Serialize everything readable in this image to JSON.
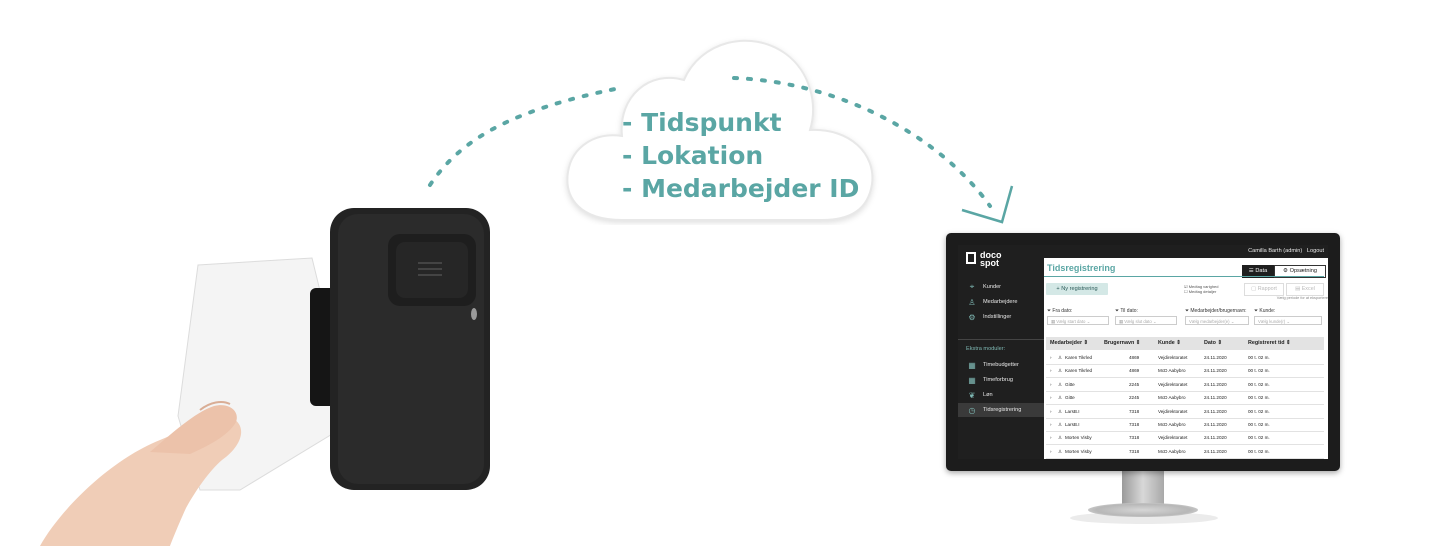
{
  "cloud": {
    "lines": [
      "- Tidspunkt",
      "- Lokation",
      "- Medarbejder ID"
    ]
  },
  "app": {
    "logo_top": "doco",
    "logo_bottom": "spot",
    "user": "Camilla Barth (admin)",
    "logout": "Logout",
    "nav": [
      {
        "label": "Kunder",
        "icon": "location-pin-icon"
      },
      {
        "label": "Medarbejdere",
        "icon": "person-icon"
      },
      {
        "label": "Indstillinger",
        "icon": "gear-icon"
      }
    ],
    "extra_header": "Ekstra moduler:",
    "extra_nav": [
      {
        "label": "Timebudgetter",
        "icon": "grid-icon"
      },
      {
        "label": "Timeforbrug",
        "icon": "grid-icon"
      },
      {
        "label": "Løn",
        "icon": "money-icon"
      },
      {
        "label": "Tidsregistrering",
        "icon": "clock-icon"
      }
    ],
    "page_title": "Tidsregistrering",
    "btn_data": "☰ Data",
    "btn_setup": "⚙ Opsætning",
    "btn_new": "+ Ny registrering",
    "chk_1": "Medtag varighed",
    "chk_2": "Medtag detaljer",
    "btn_report": "Rapport",
    "btn_excel": "Excel",
    "export_hint": "Vælg periode for at eksportere",
    "filters": [
      {
        "label": "Fra dato:",
        "placeholder": "Vælg start dato"
      },
      {
        "label": "Til dato:",
        "placeholder": "Vælg slut dato"
      },
      {
        "label": "Medarbejder/brugernavn:",
        "placeholder": "Vælg medarbejder(e)"
      },
      {
        "label": "Kunde:",
        "placeholder": "Vælg kunde(r)"
      }
    ],
    "columns": [
      "Medarbejder ⇕",
      "Brugernavn ⇕",
      "Kunde ⇕",
      "Dato ⇕",
      "Registreret tid ⇕"
    ],
    "rows": [
      {
        "name": "Karen Tikrled",
        "user": "4869",
        "kunde": "Vejdirektoratet",
        "dato": "24.11.2020",
        "tid": "00 t. 02 m."
      },
      {
        "name": "Karen Tikrled",
        "user": "4869",
        "kunde": "McD Aabybro",
        "dato": "24.11.2020",
        "tid": "00 t. 02 m."
      },
      {
        "name": "Gitte",
        "user": "2245",
        "kunde": "Vejdirektoratet",
        "dato": "24.11.2020",
        "tid": "00 t. 02 m."
      },
      {
        "name": "Gitte",
        "user": "2245",
        "kunde": "McD Aabybro",
        "dato": "24.11.2020",
        "tid": "00 t. 02 m."
      },
      {
        "name": "LarsB.I",
        "user": "7318",
        "kunde": "Vejdirektoratet",
        "dato": "24.11.2020",
        "tid": "00 t. 02 m."
      },
      {
        "name": "LarsB.I",
        "user": "7318",
        "kunde": "McD Aabybro",
        "dato": "24.11.2020",
        "tid": "00 t. 02 m."
      },
      {
        "name": "Morten Visby",
        "user": "7318",
        "kunde": "Vejdirektoratet",
        "dato": "24.11.2020",
        "tid": "00 t. 02 m."
      },
      {
        "name": "Morten Visby",
        "user": "7318",
        "kunde": "McD Aabybro",
        "dato": "24.11.2020",
        "tid": "00 t. 02 m."
      }
    ]
  },
  "colors": {
    "accent": "#5aa6a4",
    "dark": "#1f1f1f"
  }
}
